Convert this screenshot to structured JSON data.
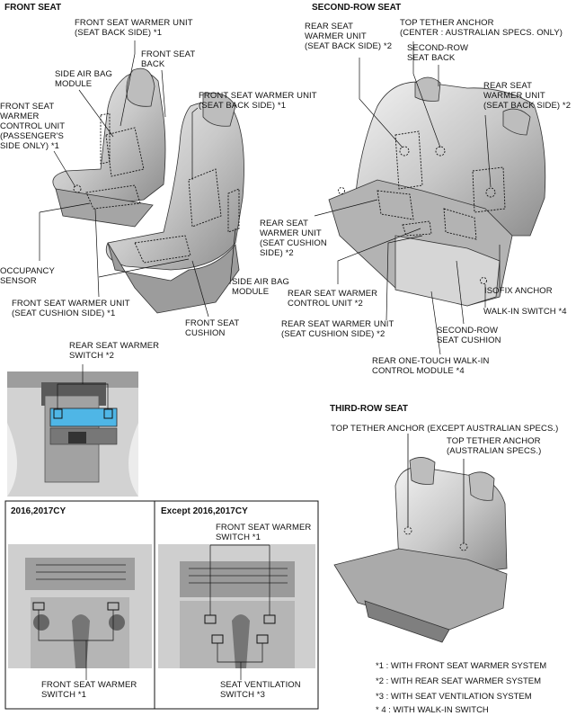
{
  "sections": {
    "front_seat": "FRONT SEAT",
    "second_row_seat": "SECOND-ROW SEAT",
    "third_row_seat": "THIRD-ROW SEAT",
    "cy_2016_2017": "2016,2017CY",
    "except_2016_2017": "Except 2016,2017CY"
  },
  "front_labels": {
    "warmer_back_top": "FRONT SEAT WARMER UNIT\n(SEAT BACK SIDE) *1",
    "front_seat_back": "FRONT SEAT\nBACK",
    "side_air_bag_top": "SIDE AIR BAG\nMODULE",
    "warmer_back_right": "FRONT SEAT WARMER UNIT\n(SEAT BACK SIDE) *1",
    "control_unit": "FRONT SEAT\nWARMER\nCONTROL UNIT\n(PASSENGER'S\nSIDE ONLY) *1",
    "occupancy_sensor": "OCCUPANCY\nSENSOR",
    "side_air_bag_bottom": "SIDE AIR BAG\nMODULE",
    "warmer_cushion": "FRONT SEAT WARMER UNIT\n(SEAT CUSHION SIDE) *1",
    "front_seat_cushion": "FRONT SEAT\nCUSHION"
  },
  "second_labels": {
    "rear_warmer_back_left": "REAR SEAT\nWARMER UNIT\n(SEAT BACK SIDE) *2",
    "top_tether_center": "TOP TETHER ANCHOR\n(CENTER : AUSTRALIAN SPECS. ONLY)",
    "second_row_back": "SECOND-ROW\nSEAT BACK",
    "rear_warmer_back_right": "REAR SEAT\nWARMER UNIT\n(SEAT BACK SIDE) *2",
    "rear_warmer_cushion": "REAR SEAT\nWARMER UNIT\n(SEAT CUSHION\nSIDE) *2",
    "rear_control_unit": "REAR SEAT WARMER\nCONTROL UNIT *2",
    "isofix": "ISOFIX ANCHOR",
    "walk_in_switch": "WALK-IN SWITCH *4",
    "rear_warmer_unit_cushion": "REAR SEAT WARMER UNIT\n(SEAT CUSHION SIDE) *2",
    "second_row_cushion": "SECOND-ROW\nSEAT CUSHION",
    "one_touch": "REAR ONE-TOUCH WALK-IN\nCONTROL MODULE *4"
  },
  "rear_switch_label": "REAR SEAT WARMER\nSWITCH *2",
  "third_labels": {
    "tether_except": "TOP TETHER ANCHOR (EXCEPT AUSTRALIAN SPECS.)",
    "tether_aus": "TOP TETHER ANCHOR\n(AUSTRALIAN SPECS.)"
  },
  "cy_labels": {
    "warmer_switch_left": "FRONT SEAT WARMER\nSWITCH *1",
    "warmer_switch_right": "FRONT SEAT WARMER\nSWITCH *1",
    "ventilation_switch": "SEAT VENTILATION\nSWITCH *3"
  },
  "legend": [
    {
      "key": "*1 :",
      "text": "WITH FRONT SEAT WARMER SYSTEM"
    },
    {
      "key": "*2 :",
      "text": "WITH REAR SEAT WARMER SYSTEM"
    },
    {
      "key": "*3 :",
      "text": "WITH SEAT VENTILATION SYSTEM"
    },
    {
      "key": "* 4 :",
      "text": "WITH WALK-IN SWITCH"
    }
  ],
  "colors": {
    "line": "#111111",
    "seat_fill": "#d4d4d4",
    "seat_dark": "#8a8a8a",
    "screen": "#4fb6e6"
  }
}
